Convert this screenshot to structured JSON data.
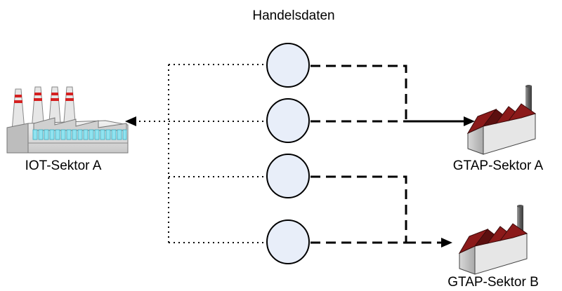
{
  "diagram": {
    "title": "Handelsdaten",
    "iot_sector_label": "IOT-Sektor A",
    "gtap_sector_a_label": "GTAP-Sektor A",
    "gtap_sector_b_label": "GTAP-Sektor B",
    "trade_data_nodes": 4,
    "colors": {
      "node_fill": "#e8eef9",
      "node_stroke": "#000000",
      "factory_roof": "#8b1a1a",
      "factory_window": "#8fe3f0",
      "chimney_stripe": "#d42020",
      "line": "#000000"
    },
    "icons": {
      "iot_sector": "industrial-plant-icon",
      "gtap_sector": "factory-icon"
    }
  }
}
